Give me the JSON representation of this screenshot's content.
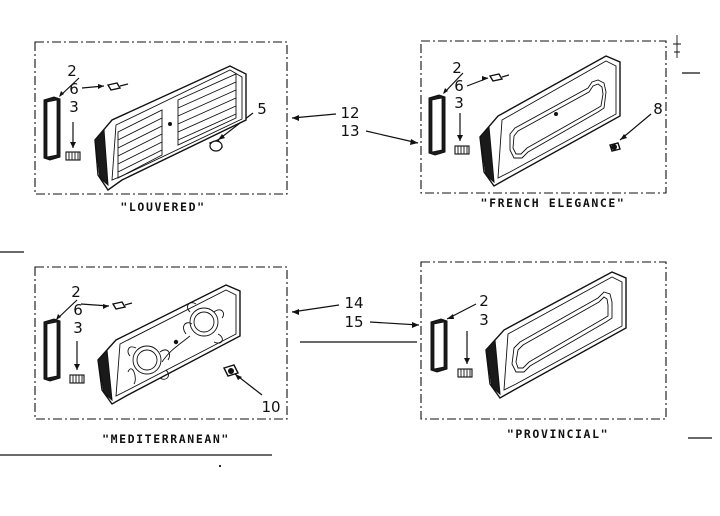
{
  "panels": {
    "louvered": {
      "caption": "\"LOUVERED\"",
      "refs": {
        "a": "2",
        "b": "6",
        "c": "3",
        "d": "5"
      }
    },
    "french": {
      "caption": "\"FRENCH ELEGANCE\"",
      "refs": {
        "a": "2",
        "b": "6",
        "c": "3",
        "d": "8"
      }
    },
    "mediterranean": {
      "caption": "\"MEDITERRANEAN\"",
      "refs": {
        "a": "2",
        "b": "6",
        "c": "3",
        "d": "10"
      }
    },
    "provincial": {
      "caption": "\"PROVINCIAL\"",
      "refs": {
        "a": "2",
        "b": "3"
      }
    }
  },
  "callouts": {
    "top_a": "12",
    "top_b": "13",
    "bottom_a": "14",
    "bottom_b": "15"
  },
  "colors": {
    "ink": "#111111",
    "paper": "#ffffff"
  }
}
